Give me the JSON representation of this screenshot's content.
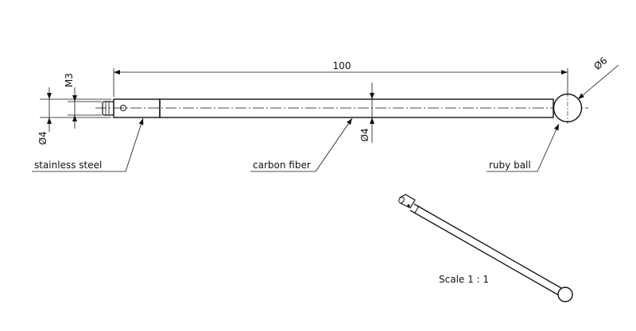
{
  "dimensions": {
    "length": "100",
    "thread": "M3",
    "shank_diameter": "Ø4",
    "stem_diameter": "Ø4",
    "ball_diameter": "Ø6"
  },
  "callouts": {
    "stainless_steel": "stainless steel",
    "carbon_fiber": "carbon fiber",
    "ruby_ball": "ruby ball"
  },
  "scale_label": "Scale 1 : 1",
  "colors": {
    "line": "#111111",
    "background": "#ffffff"
  }
}
